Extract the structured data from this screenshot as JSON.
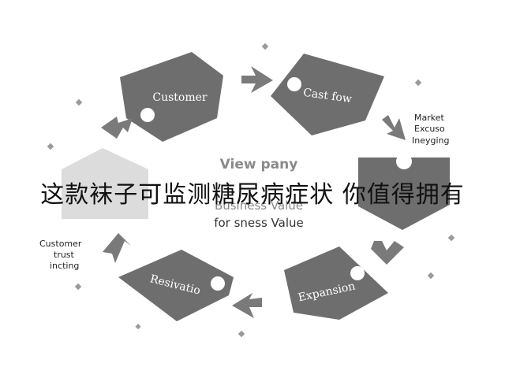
{
  "colors": {
    "piece": "#6e6e6e",
    "arrow": "#7a7a7a",
    "dot": "#9a9a9a",
    "center_text": "#8a8a8a",
    "banner_text": "#111111"
  },
  "pieces": [
    {
      "id": "customer",
      "label": "Customer"
    },
    {
      "id": "cash-flow",
      "label": "Cast fow"
    },
    {
      "id": "expansion",
      "label": "Expansion"
    },
    {
      "id": "reservation",
      "label": "Resivatio"
    }
  ],
  "side_labels": {
    "market": [
      "Market",
      "Excuso",
      "Ineyging"
    ],
    "trust": [
      "Customer",
      "trust",
      "incting"
    ]
  },
  "center": {
    "line1": "View pany",
    "line2": "Business Value",
    "line3": "for sness Value"
  },
  "banner": {
    "text": "这款袜子可监测糖尿病症状 你值得拥有"
  }
}
